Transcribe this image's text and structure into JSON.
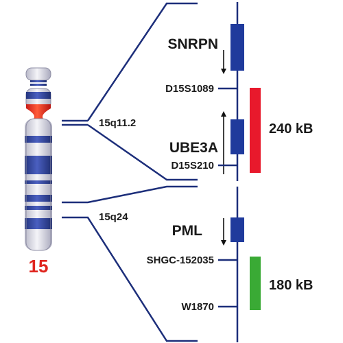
{
  "chromosome": {
    "label": "15",
    "label_color": "#e0261f",
    "band_color": "#2b3f9e",
    "centromere_color": "#e0261f",
    "body_color": "#dcdce8"
  },
  "bands": {
    "upper": "15q11.2",
    "lower": "15q24"
  },
  "upper_region": {
    "genes": [
      {
        "name": "SNRPN",
        "strand_arrow": "down"
      },
      {
        "name": "UBE3A",
        "strand_arrow": "up"
      }
    ],
    "markers": [
      "D15S1089",
      "D15S210"
    ],
    "span": {
      "label": "240 kB",
      "color": "#e8192c"
    }
  },
  "lower_region": {
    "genes": [
      {
        "name": "PML",
        "strand_arrow": "down"
      }
    ],
    "markers": [
      "SHGC-152035",
      "W1870"
    ],
    "span": {
      "label": "180 kB",
      "color": "#3aaa35"
    }
  },
  "colors": {
    "line": "#1c2e7a",
    "gene_box": "#1f3a9c"
  }
}
